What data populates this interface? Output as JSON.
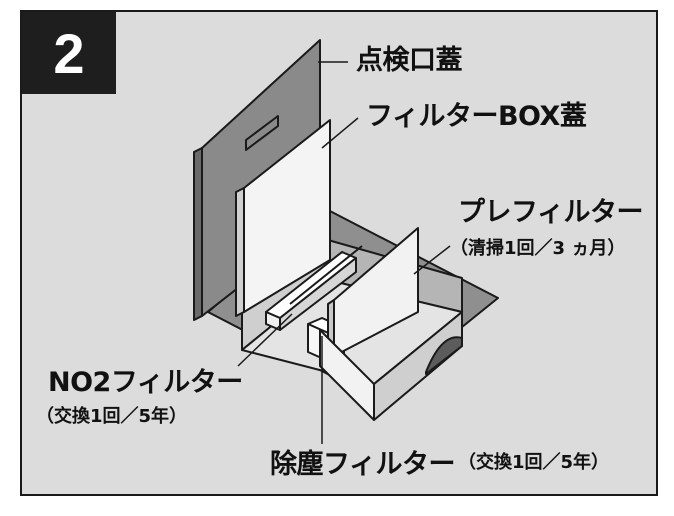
{
  "step": {
    "number": "2"
  },
  "labels": {
    "inspection_lid": "点検口蓋",
    "filter_box_lid": "フィルターBOX蓋",
    "prefilter": {
      "name": "プレフィルター",
      "note": "（清掃1回／3 ヵ月）"
    },
    "no2_filter": {
      "name": "NO2フィルター",
      "note": "（交換1回／5年）"
    },
    "dust_filter": {
      "name": "除塵フィルター",
      "note": "（交換1回／5年）"
    }
  },
  "colors": {
    "background": "#dcdcdc",
    "badge": "#1e1e1e",
    "lid_dark": "#8a8a8a",
    "lid_light": "#f4f4f4",
    "outline": "#1a1a1a"
  }
}
